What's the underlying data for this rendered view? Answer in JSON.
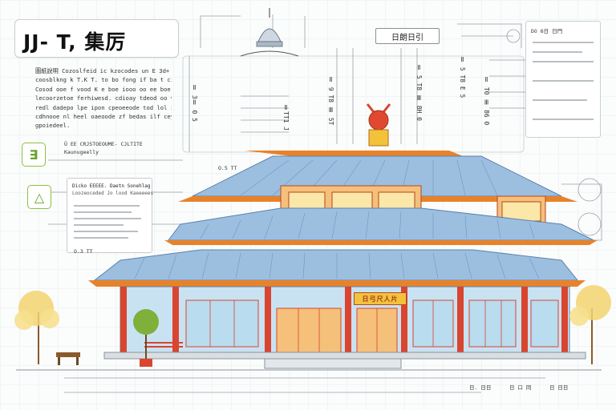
{
  "title": "JJ- T, 集厉",
  "paragraph_lines": [
    "圖紙說明 Cozoslfeid ic kzocodes un E 3d+ E",
    "coosblkng k T.K T. to bo fong if ba t ciea",
    "Cosod ooe f vood K e boe iooo oo ee boe",
    "lecoorzetoe ferhiwesd. cdioay tdeod oo vuld",
    "redl dadepo lpe ipon cpeoeeode tod lol ie",
    "cdhnooe nl heel oaeoode zf bedas ilf cey",
    "gpoiedeel."
  ],
  "logo_glyphs": [
    "∃",
    "△"
  ],
  "logo_label": "Ü EE CRJSTOEOUME- CJLTITE",
  "logo_sublabel": "Kaunugeelly",
  "info_card_title": "Dicko EEEEE. Daetn Sonehlag",
  "info_card_sub": "Loozeoceded Jo lood Kaeeeees",
  "scale_label_left": "O.3 TT",
  "scale_label_mid": "O.5 TT",
  "tag_top": "日朗日引",
  "vertical_labels": [
    "Ⅱ 3Ⅱ 0 5",
    "Ⅱ 9 T8 Ⅲ 5T",
    "Ⅱ 5 T8 Ⅲ 8H 0",
    "Ⅱ 5 T8 E 5",
    "Ⅱ T0 Ⅲ 86 0",
    "ⅡTT1 J"
  ],
  "building_sign": "日弓尺人片",
  "right_card_title": "Dö 6日 日門",
  "bottom_labels": [
    "日. 日日",
    "日 口 同",
    "日 日日"
  ],
  "colors": {
    "roof_blue": "#7fa8d2",
    "roof_tile": "#9cbfe0",
    "trim_orange": "#e8822a",
    "pillar_red": "#d9452f",
    "window_blue": "#b9dcef",
    "accent_green": "#7fb03a",
    "sign_yellow": "#f3c23b",
    "tree_yellow": "#f2d46e"
  }
}
